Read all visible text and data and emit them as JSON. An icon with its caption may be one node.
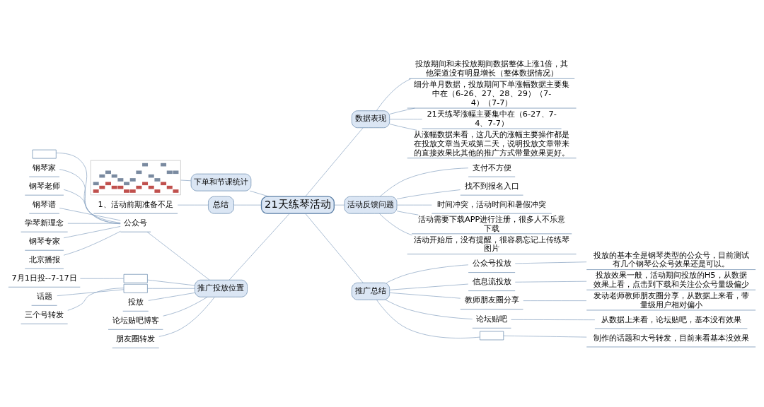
{
  "diagram": {
    "nodes": [
      {
        "text": [
          "21天练琴活动"
        ]
      },
      {
        "text": [
          "下单和节课统计"
        ]
      },
      {
        "text": [],
        "shape": "picture"
      },
      {
        "text": [
          "数据表现"
        ]
      },
      {
        "text": [
          "投放期间和未投放期间数据整体上涨1倍，其他渠道没有明显增长（整体数据情况）"
        ]
      },
      {
        "text": [
          "细分单月数据，投放期间下单涨幅数据主要集中在（6-26、27、28、29）（7-4）（7-7）"
        ]
      },
      {
        "text": [
          "21天练琴涨幅主要集中在（6-27、7-4、7-7）"
        ]
      },
      {
        "text": [
          "从涨幅数据来看，这几天的涨幅主要操作都是在投放文章当天或第二天，说明投放文章带来的直接效果比其他的推广方式带量效果更好。"
        ]
      },
      {
        "text": [
          "总结"
        ]
      },
      {
        "text": [
          "1、活动前期准备不足"
        ]
      },
      {
        "text": [
          "推广投放位置"
        ]
      },
      {
        "text": [
          "公众号"
        ]
      },
      {
        "text": [],
        "shape": "box"
      },
      {
        "text": [
          "钢琴家"
        ]
      },
      {
        "text": [
          "钢琴老师"
        ]
      },
      {
        "text": [
          "钢琴谱"
        ]
      },
      {
        "text": [
          "学琴新理念"
        ]
      },
      {
        "text": [
          "钢琴专家"
        ]
      },
      {
        "text": [
          "北京播报"
        ]
      },
      {
        "text": [],
        "shape": "box"
      },
      {
        "text": [
          "7月1日投--7-17日"
        ]
      },
      {
        "text": [],
        "shape": "box"
      },
      {
        "text": [
          "话题"
        ]
      },
      {
        "text": [
          "三个号转发"
        ]
      },
      {
        "text": [
          "投放"
        ]
      },
      {
        "text": [
          "论坛贴吧博客"
        ]
      },
      {
        "text": [
          "朋友圈转发"
        ]
      },
      {
        "text": [
          "活动反馈问题"
        ]
      },
      {
        "text": [
          "支付不方便"
        ]
      },
      {
        "text": [
          "找不到报名入口"
        ]
      },
      {
        "text": [
          "时间冲突，活动时间和暑假冲突"
        ]
      },
      {
        "text": [
          "活动需要下载APP进行注册，很多人不乐意下载"
        ]
      },
      {
        "text": [
          "活动开始后，没有提醒，很容易忘记上传练琴图片"
        ]
      },
      {
        "text": [
          "推广总结"
        ]
      },
      {
        "text": [
          "公众号投放"
        ]
      },
      {
        "text": [
          "投放的基本全是钢琴类型的公众号，目前测试有几个钢琴公众号效果还是可以。"
        ]
      },
      {
        "text": [
          "信息流投放"
        ]
      },
      {
        "text": [
          "投放效果一般，活动期间投放的H5，从数据效果上看，点击到下载和关注公众号量级偏少"
        ]
      },
      {
        "text": [
          "教师朋友圈分享"
        ]
      },
      {
        "text": [
          "发动老师教师朋友圈分享，从数据上来看，带量级用户相对偏小"
        ]
      },
      {
        "text": [
          "论坛贴吧"
        ]
      },
      {
        "text": [
          "从数据上来看，论坛贴吧，基本没有效果"
        ]
      },
      {
        "text": [],
        "shape": "box"
      },
      {
        "text": [
          "制作的话题和大号转发，目前来看基本没效果"
        ]
      }
    ],
    "edges": [
      {
        "from": 0,
        "to": 1,
        "arrow": "none"
      },
      {
        "from": 1,
        "to": 2,
        "arrow": "none"
      },
      {
        "from": 0,
        "to": 3,
        "arrow": "none"
      },
      {
        "from": 3,
        "to": 4,
        "arrow": "none"
      },
      {
        "from": 3,
        "to": 5,
        "arrow": "none"
      },
      {
        "from": 3,
        "to": 6,
        "arrow": "none"
      },
      {
        "from": 3,
        "to": 7,
        "arrow": "none"
      },
      {
        "from": 0,
        "to": 8,
        "arrow": "none"
      },
      {
        "from": 8,
        "to": 9,
        "arrow": "none"
      },
      {
        "from": 0,
        "to": 10,
        "arrow": "none"
      },
      {
        "from": 10,
        "to": 11,
        "arrow": "none"
      },
      {
        "from": 11,
        "to": 12,
        "arrow": "none"
      },
      {
        "from": 11,
        "to": 13,
        "arrow": "none"
      },
      {
        "from": 11,
        "to": 14,
        "arrow": "none"
      },
      {
        "from": 11,
        "to": 15,
        "arrow": "none"
      },
      {
        "from": 11,
        "to": 16,
        "arrow": "none"
      },
      {
        "from": 11,
        "to": 17,
        "arrow": "none"
      },
      {
        "from": 11,
        "to": 18,
        "arrow": "none"
      },
      {
        "from": 10,
        "to": 19,
        "arrow": "none"
      },
      {
        "from": 19,
        "to": 20,
        "arrow": "none"
      },
      {
        "from": 10,
        "to": 21,
        "arrow": "none"
      },
      {
        "from": 21,
        "to": 22,
        "arrow": "none"
      },
      {
        "from": 21,
        "to": 23,
        "arrow": "none"
      },
      {
        "from": 10,
        "to": 24,
        "arrow": "none"
      },
      {
        "from": 10,
        "to": 25,
        "arrow": "none"
      },
      {
        "from": 10,
        "to": 26,
        "arrow": "none"
      },
      {
        "from": 0,
        "to": 27,
        "arrow": "none"
      },
      {
        "from": 27,
        "to": 28,
        "arrow": "none"
      },
      {
        "from": 27,
        "to": 29,
        "arrow": "none"
      },
      {
        "from": 27,
        "to": 30,
        "arrow": "none"
      },
      {
        "from": 27,
        "to": 31,
        "arrow": "none"
      },
      {
        "from": 27,
        "to": 32,
        "arrow": "none"
      },
      {
        "from": 0,
        "to": 33,
        "arrow": "none"
      },
      {
        "from": 33,
        "to": 34,
        "arrow": "none"
      },
      {
        "from": 34,
        "to": 35,
        "arrow": "none"
      },
      {
        "from": 33,
        "to": 36,
        "arrow": "none"
      },
      {
        "from": 36,
        "to": 37,
        "arrow": "none"
      },
      {
        "from": 33,
        "to": 38,
        "arrow": "none"
      },
      {
        "from": 38,
        "to": 39,
        "arrow": "none"
      },
      {
        "from": 33,
        "to": 40,
        "arrow": "none"
      },
      {
        "from": 40,
        "to": 41,
        "arrow": "none"
      },
      {
        "from": 33,
        "to": 42,
        "arrow": "none"
      },
      {
        "from": 42,
        "to": 43,
        "arrow": "none"
      }
    ]
  }
}
